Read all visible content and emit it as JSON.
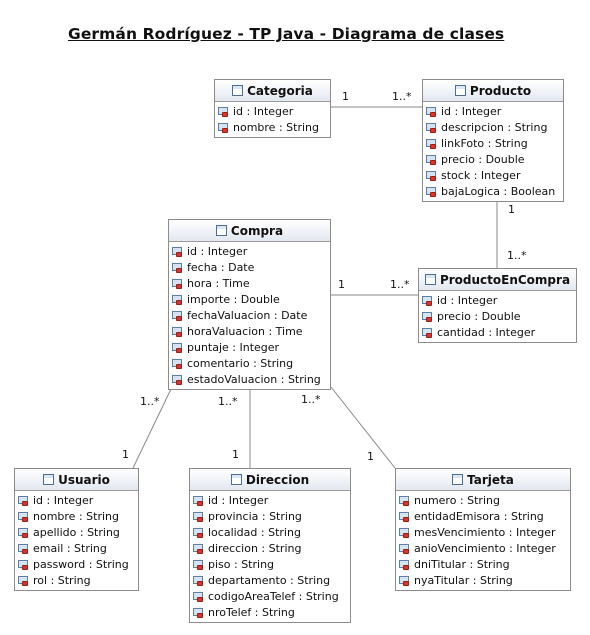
{
  "title": "Germán Rodríguez - TP Java - Diagrama de clases",
  "classes": {
    "categoria": {
      "name": "Categoria",
      "attributes": [
        "id : Integer",
        "nombre : String"
      ]
    },
    "producto": {
      "name": "Producto",
      "attributes": [
        "id : Integer",
        "descripcion : String",
        "linkFoto : String",
        "precio : Double",
        "stock : Integer",
        "bajaLogica : Boolean"
      ]
    },
    "compra": {
      "name": "Compra",
      "attributes": [
        "id : Integer",
        "fecha : Date",
        "hora : Time",
        "importe : Double",
        "fechaValuacion : Date",
        "horaValuacion : Time",
        "puntaje : Integer",
        "comentario : String",
        "estadoValuacion : String"
      ]
    },
    "productoencompra": {
      "name": "ProductoEnCompra",
      "attributes": [
        "id : Integer",
        "precio : Double",
        "cantidad : Integer"
      ]
    },
    "usuario": {
      "name": "Usuario",
      "attributes": [
        "id : Integer",
        "nombre : String",
        "apellido : String",
        "email : String",
        "password : String",
        "rol : String"
      ]
    },
    "direccion": {
      "name": "Direccion",
      "attributes": [
        "id : Integer",
        "provincia : String",
        "localidad : String",
        "direccion : String",
        "piso : String",
        "departamento : String",
        "codigoAreaTelef : String",
        "nroTelef : String"
      ]
    },
    "tarjeta": {
      "name": "Tarjeta",
      "attributes": [
        "numero : String",
        "entidadEmisora : String",
        "mesVencimiento : Integer",
        "anioVencimiento : Integer",
        "dniTitular : String",
        "nyaTitular : String"
      ]
    }
  },
  "associations": [
    {
      "from": "categoria",
      "to": "producto",
      "from_mult": "1",
      "to_mult": "1..*"
    },
    {
      "from": "producto",
      "to": "productoencompra",
      "from_mult": "1",
      "to_mult": "1..*"
    },
    {
      "from": "compra",
      "to": "productoencompra",
      "from_mult": "1",
      "to_mult": "1..*"
    },
    {
      "from": "compra",
      "to": "usuario",
      "from_mult": "1..*",
      "to_mult": "1"
    },
    {
      "from": "compra",
      "to": "direccion",
      "from_mult": "1..*",
      "to_mult": "1"
    },
    {
      "from": "compra",
      "to": "tarjeta",
      "from_mult": "1..*",
      "to_mult": "1"
    }
  ]
}
